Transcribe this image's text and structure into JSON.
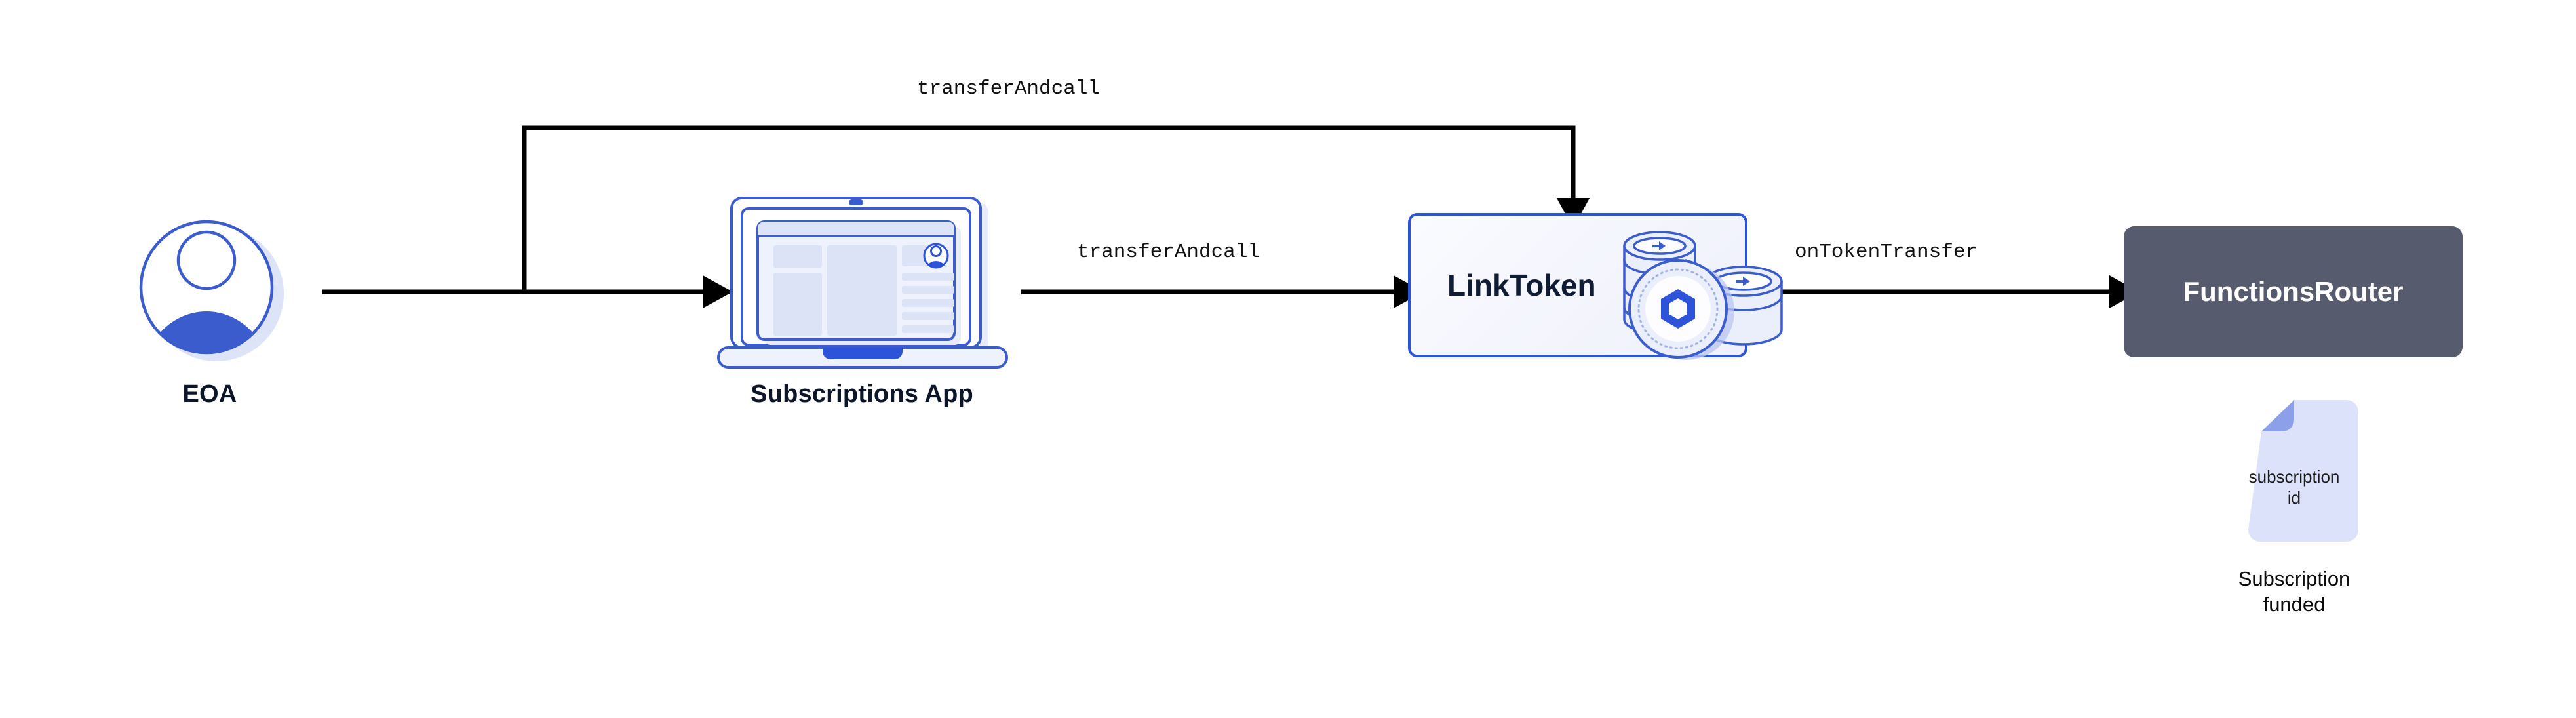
{
  "diagram": {
    "title": "Chainlink Functions subscription funding flow",
    "background": "#ffffff",
    "palette": {
      "link_blue": "#2d53d9",
      "icon_blue": "#3a5ccc",
      "pale_blue": "#dbe2f9",
      "slate": "#565c6d",
      "ink": "#0d1628",
      "stroke_black": "#000000"
    }
  },
  "nodes": {
    "eoa": {
      "label": "EOA",
      "icon": "user-avatar-icon"
    },
    "subscriptions_app": {
      "label": "Subscriptions App",
      "icon": "laptop-icon"
    },
    "link_token": {
      "label": "LinkToken",
      "icon": "coin-stack-icon",
      "border_color": "#2d53d9",
      "fill_color": "#f2f4fd"
    },
    "functions_router": {
      "label": "FunctionsRouter",
      "fill_color": "#565c6d",
      "text_color": "#ffffff"
    },
    "subscription_doc": {
      "doc_text_line1": "subscription",
      "doc_text_line2": "id",
      "caption_line1": "Subscription",
      "caption_line2": "funded",
      "icon": "document-icon",
      "fill_color": "#dbe2f9",
      "fold_color": "#8ba0e8"
    }
  },
  "edges": [
    {
      "id": "eoa-to-linktoken",
      "label": "transferAndcall",
      "from": "eoa",
      "to": "link_token",
      "route": "top"
    },
    {
      "id": "eoa-to-app",
      "label": "transferAndcall",
      "from": "eoa",
      "to": "subscriptions_app",
      "route": "straight"
    },
    {
      "id": "linktoken-to-router",
      "label": "onTokenTransfer",
      "from": "link_token",
      "to": "functions_router",
      "route": "straight"
    }
  ]
}
